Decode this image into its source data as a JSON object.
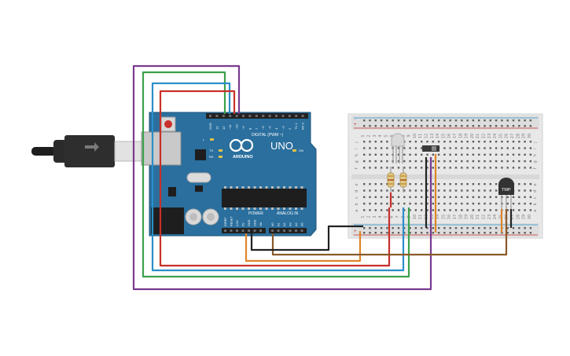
{
  "board": {
    "model": "UNO",
    "brand": "ARDUINO",
    "digital_header": "DIGITAL (PWM ~)",
    "power_header": "POWER",
    "analog_header": "ANALOG IN",
    "pin_labels_top": [
      "GND",
      "13",
      "12",
      "~11",
      "~10",
      "~9",
      "8",
      "7",
      "~6",
      "~5",
      "4",
      "~3",
      "2",
      "TX 1",
      "RX 0"
    ],
    "pin_labels_bottom": [
      "IOREF",
      "RESET",
      "3.3V",
      "5V",
      "GND",
      "GND",
      "Vin",
      "A0",
      "A1",
      "A2",
      "A3",
      "A4",
      "A5"
    ],
    "led_labels": [
      "L",
      "TX",
      "RX",
      "ON"
    ],
    "colors": {
      "board": "#2a6f9e",
      "header": "#222222"
    }
  },
  "breadboard": {
    "rows_left": [
      "j",
      "i",
      "h",
      "g",
      "f"
    ],
    "rows_right": [
      "e",
      "d",
      "c",
      "b",
      "a"
    ],
    "columns": [
      "1",
      "2",
      "3",
      "4",
      "5",
      "6",
      "7",
      "8",
      "9",
      "10",
      "11",
      "12",
      "13",
      "14",
      "15",
      "16",
      "17",
      "18",
      "19",
      "20",
      "21",
      "22",
      "23",
      "24",
      "25",
      "26",
      "27",
      "28",
      "29",
      "30"
    ],
    "rail_marks": [
      "+",
      "-"
    ]
  },
  "components": {
    "temperature_sensor": {
      "label": "TMP",
      "color": "#333333"
    },
    "rgb_led": {
      "color": "#d8d8d8"
    },
    "resistors": [
      {
        "bands": [
          "#c8a24a",
          "#b56b2b",
          "#c8a24a"
        ]
      },
      {
        "bands": [
          "#c8a24a",
          "#b56b2b",
          "#c8a24a"
        ]
      }
    ],
    "slide_switch": {
      "color": "#3a3a3a"
    },
    "usb_cable": {
      "color": "#2b2b2b"
    }
  },
  "wire_colors": {
    "purple": "#7a3a8e",
    "green": "#3aa14a",
    "blue": "#2a8fc8",
    "red": "#c8302a",
    "orange": "#e0842a",
    "brown": "#8a5a2a",
    "black": "#222222"
  }
}
